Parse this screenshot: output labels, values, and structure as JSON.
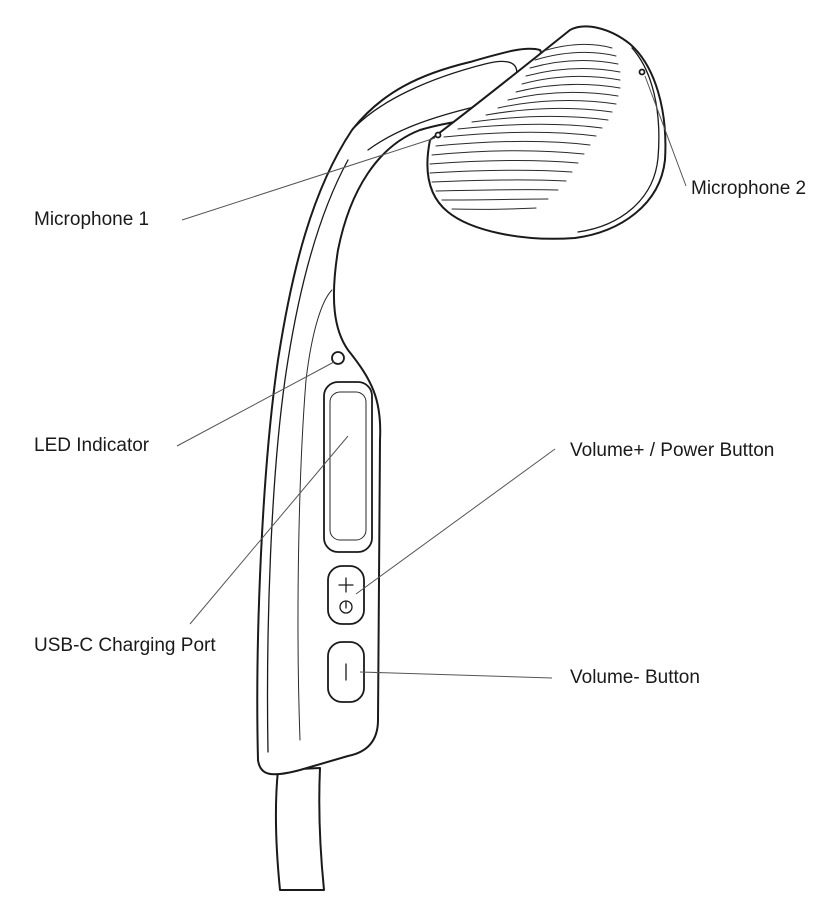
{
  "diagram": {
    "labels": {
      "microphone_1": "Microphone 1",
      "microphone_2": "Microphone 2",
      "led_indicator": "LED Indicator",
      "usb_c_port": "USB-C Charging Port",
      "volume_up_power": "Volume+ / Power Button",
      "volume_down": "Volume- Button"
    },
    "colors": {
      "line": "#1a1a1a",
      "leader": "#555555",
      "background": "#ffffff"
    }
  }
}
